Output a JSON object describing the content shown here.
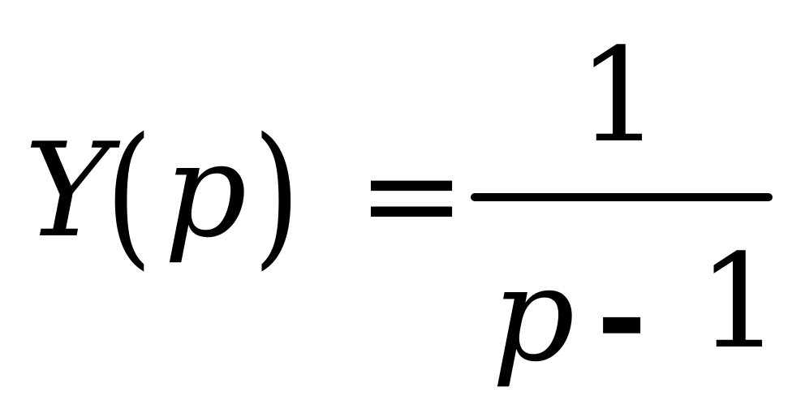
{
  "formula": {
    "lhs": {
      "function_name": "Y",
      "open_paren": "(",
      "variable": "p",
      "close_paren": ")"
    },
    "equals": "=",
    "fraction": {
      "numerator": "1",
      "denominator": {
        "variable": "p",
        "operator": "-",
        "constant": "1"
      }
    }
  }
}
